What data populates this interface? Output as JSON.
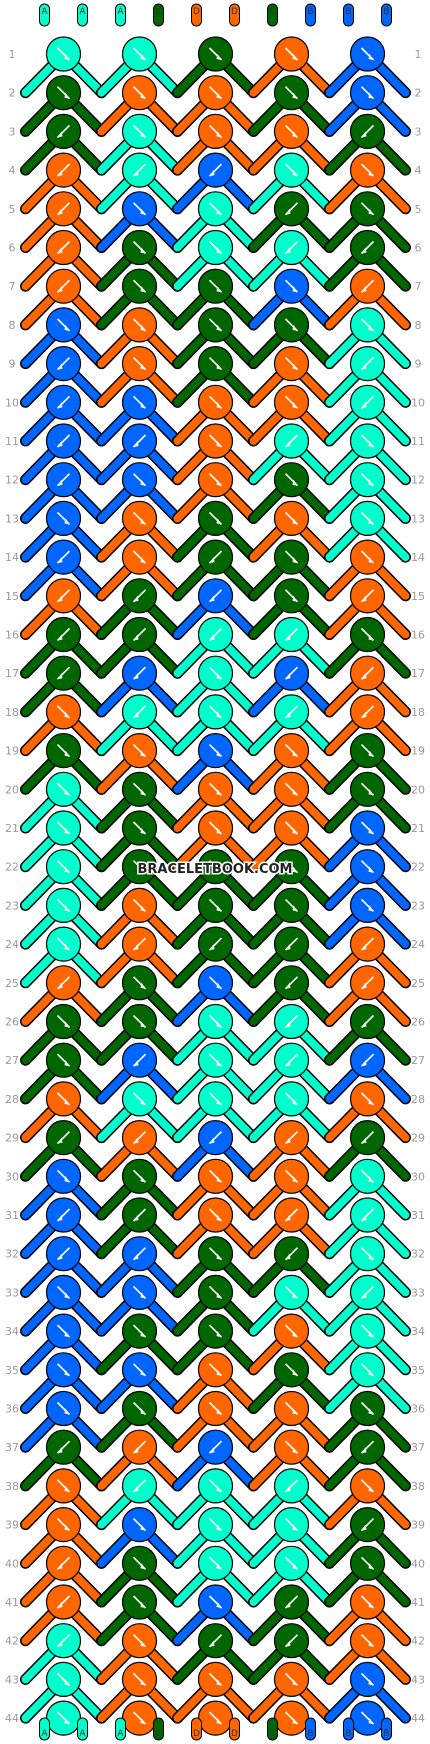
{
  "watermark": "BRACELETBOOK.COM",
  "rows": [
    "1",
    "2",
    "3",
    "4",
    "5",
    "6",
    "7",
    "8",
    "9",
    "10",
    "11",
    "12",
    "13",
    "14",
    "15",
    "16",
    "17",
    "18",
    "19",
    "20",
    "21",
    "22",
    "23",
    "24",
    "25",
    "26",
    "27",
    "28",
    "29",
    "30",
    "31",
    "32",
    "33",
    "34",
    "35",
    "36",
    "37",
    "38",
    "39",
    "40",
    "41",
    "42",
    "43",
    "44"
  ],
  "thread_letters": [
    "A",
    "A",
    "A",
    "C",
    "D",
    "D",
    "C",
    "B",
    "B",
    "B"
  ],
  "thread_colors": {
    "A": "#00ffcc",
    "B": "#0066ff",
    "C": "#006600",
    "D": "#ff6600"
  },
  "outline_color": "#000000",
  "knot_rows": [
    "AACDB",
    "CDDCB",
    "CADDC",
    "DABAD",
    "DBACC",
    "DCAAC",
    "DCCBD",
    "BDCCA",
    "BDCDA",
    "BBDDA",
    "BBDAA",
    "BBDCA",
    "BDCDA",
    "BDCCD",
    "DCBCD",
    "CCAAC",
    "CBABD",
    "DAAAD",
    "CDBDC",
    "ACDDC",
    "ACDDB",
    "ACCCB",
    "ADCCB",
    "ADCCD",
    "DCBCD",
    "CCAAC",
    "CBAAB",
    "DAAAD",
    "CDBDC",
    "BCDDA",
    "BCDDA",
    "BBCCA",
    "BBCAA",
    "BCCDA",
    "BBDCA",
    "BCDDC",
    "CDBDC",
    "DAAAD",
    "DBAAC",
    "DCAAC",
    "DCBCD",
    "ADCCD",
    "ADDDB",
    "ADDDB"
  ],
  "knot_directions": [
    "rrrrr",
    "rrrrr",
    "lrrrl",
    "lllrr",
    "lrrlr",
    "lrrll",
    "lrrrl",
    "rrrrr",
    "lrrrl",
    "lrrrl",
    "llrlr",
    "lrrrr",
    "rrrrr",
    "lrlrr",
    "lllrl",
    "llllr",
    "llrll",
    "rlrll",
    "rrrrr",
    "rrrrr",
    "rrrrr",
    "rrrrr",
    "rrrrr",
    "rllll",
    "lrrll",
    "rrrll",
    "rlrll",
    "rrrrr",
    "lllll",
    "rrrrr",
    "llrll",
    "llrlr",
    "rrrrl",
    "rrrrr",
    "rrrrr",
    "rrrrr",
    "lllrl",
    "rlrlr",
    "rrrrl",
    "lrrrr",
    "lrrlr",
    "lrllr",
    "rrrrr",
    "rrrrr"
  ]
}
